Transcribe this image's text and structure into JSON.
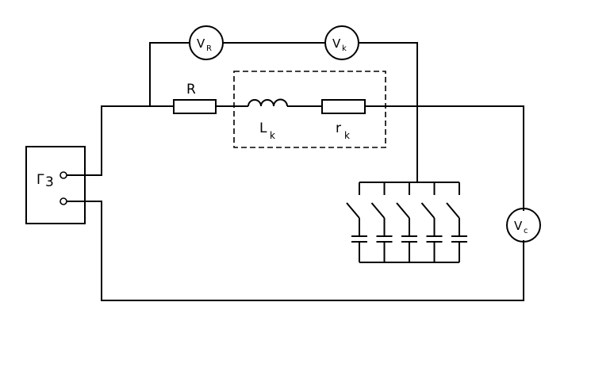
{
  "diagram": {
    "generator": {
      "symbol": "Γ",
      "index": "3"
    },
    "resistor": {
      "label": "R"
    },
    "coil": {
      "inductor": {
        "symbol": "L",
        "index": "k"
      },
      "resistance": {
        "symbol": "r",
        "index": "k"
      }
    },
    "meters": {
      "v_r": {
        "symbol": "V",
        "index": "R"
      },
      "v_k": {
        "symbol": "V",
        "index": "k"
      },
      "v_c": {
        "symbol": "V",
        "index": "c"
      }
    },
    "capacitor_bank": {
      "branch_count": 5
    }
  }
}
